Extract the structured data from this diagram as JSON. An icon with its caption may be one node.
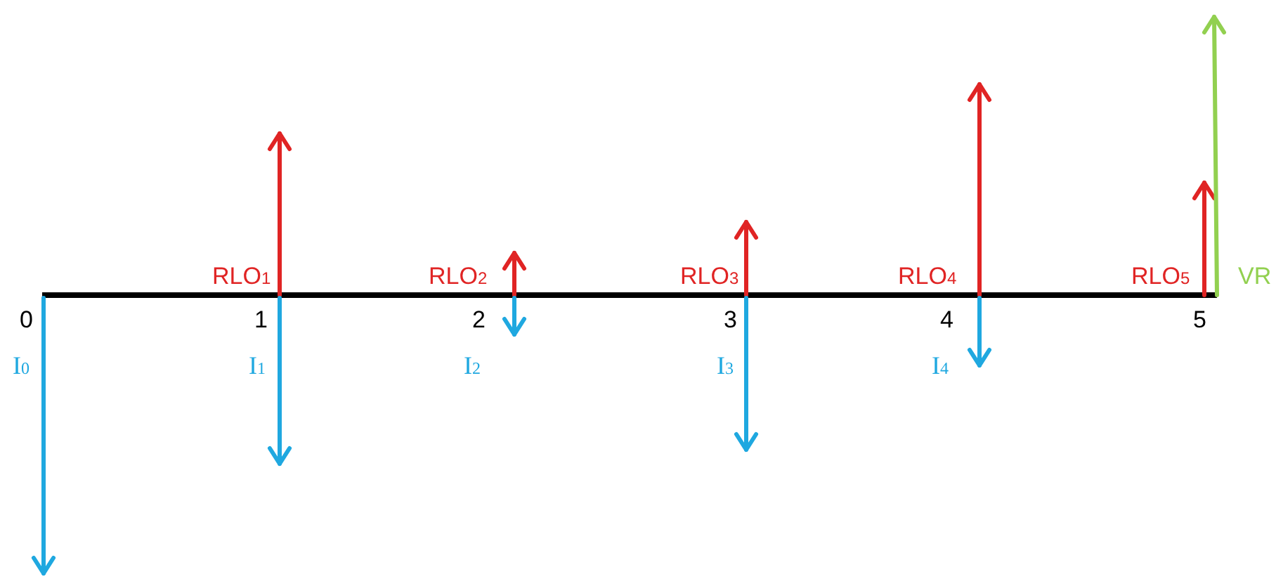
{
  "diagram": {
    "labels": [
      "RLO$_{1}$",
      "RLO$_{2}$",
      "RLO$_{3}$",
      "RLO$_{4}$",
      "RLO$_{5}$",
      "VR",
      "0",
      "1",
      "2",
      "3",
      "4",
      "5",
      "I$_{0}$",
      "I$_{1}$",
      "I$_{2}$",
      "I$_{3}$",
      "I$_{4}$"
    ]
  }
}
